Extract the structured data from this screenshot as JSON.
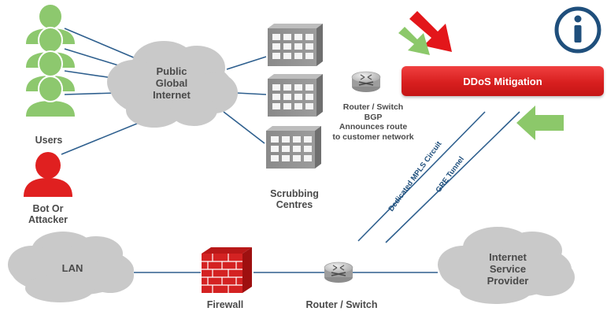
{
  "clouds": {
    "internet": "Public\nGlobal\nInternet",
    "lan": "LAN",
    "isp": "Internet\nService\nProvider"
  },
  "labels": {
    "users": "Users",
    "attacker": "Bot Or\nAttacker",
    "scrubbing": "Scrubbing\nCentres",
    "router_bgp": "Router / Switch\nBGP\nAnnounces route\nto customer network",
    "firewall": "Firewall",
    "router_bottom": "Router / Switch"
  },
  "ddos_banner": "DDoS Mitigation",
  "links": {
    "mpls": "Dedicated MPLS Circuit",
    "gre": "GRE Tunnel"
  },
  "icons": {
    "info": "info-icon",
    "user": "user-icon",
    "attacker": "attacker-icon",
    "building": "building-icon",
    "router": "router-icon",
    "firewall": "firewall-icon"
  },
  "colors": {
    "cloud": "#c9c9c9",
    "user_green": "#8dc86e",
    "attacker_red": "#e02020",
    "banner_red": "#e02828",
    "line_blue": "#2e5f8e",
    "arrow_red": "#e3161a",
    "arrow_green": "#8cc86a",
    "info_blue": "#1f4f7c"
  }
}
